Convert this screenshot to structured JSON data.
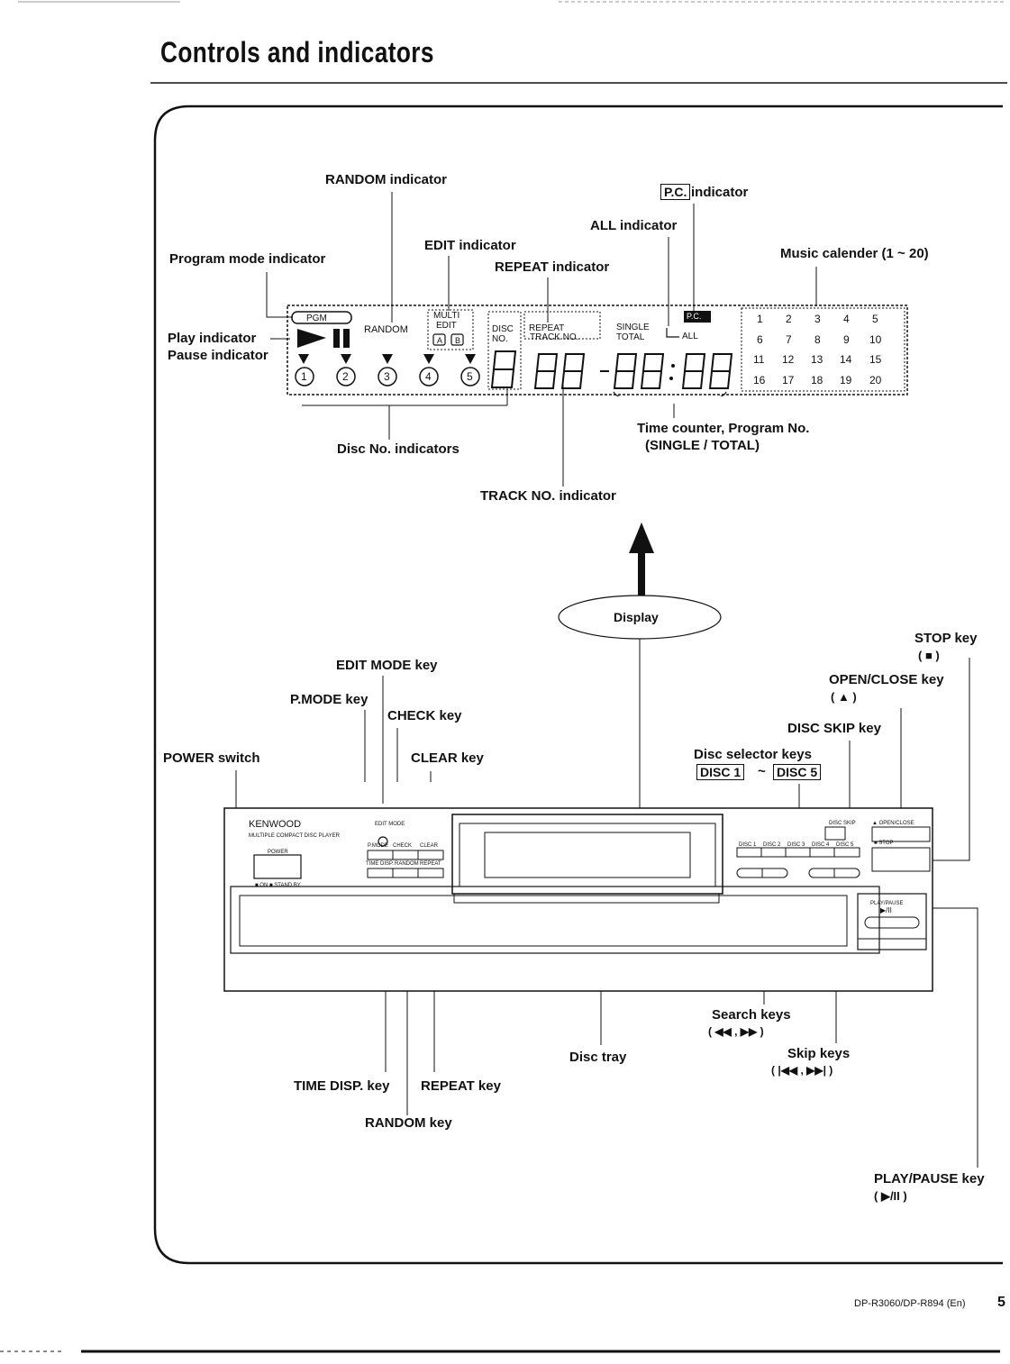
{
  "page": {
    "title": "Controls and indicators",
    "footer": "DP-R3060/DP-R894 (En)",
    "page_number": "5"
  },
  "display_callouts": {
    "random_indicator": "RANDOM indicator",
    "pc_box": "P.C.",
    "pc_indicator": "indicator",
    "all_indicator": "ALL indicator",
    "edit_indicator": "EDIT indicator",
    "program_mode_indicator": "Program mode indicator",
    "repeat_indicator": "REPEAT indicator",
    "music_calender": "Music calender (1 ~ 20)",
    "play_indicator": "Play indicator",
    "pause_indicator": "Pause indicator",
    "disc_no_indicators": "Disc No. indicators",
    "time_counter_line1": "Time counter, Program No.",
    "time_counter_line2": "(SINGLE / TOTAL)",
    "track_no_indicator": "TRACK NO. indicator"
  },
  "lcd": {
    "pgm": "PGM",
    "random": "RANDOM",
    "multi": "MULTI",
    "edit": "EDIT",
    "a": "A",
    "b": "B",
    "disc": "DISC",
    "no": "NO.",
    "repeat": "REPEAT",
    "track_no": "TRACK NO.",
    "single": "SINGLE",
    "total": "TOTAL",
    "pc": "P.C.",
    "all": "ALL",
    "disc_numbers": [
      "1",
      "2",
      "3",
      "4",
      "5"
    ],
    "calendar": [
      "1",
      "2",
      "3",
      "4",
      "5",
      "6",
      "7",
      "8",
      "9",
      "10",
      "11",
      "12",
      "13",
      "14",
      "15",
      "16",
      "17",
      "18",
      "19",
      "20"
    ]
  },
  "display_bubble": "Display",
  "player_callouts": {
    "stop_key": "STOP key",
    "stop_symbol": "( ■ )",
    "edit_mode_key": "EDIT MODE key",
    "open_close_key": "OPEN/CLOSE key",
    "open_close_symbol": "( ▲ )",
    "p_mode_key": "P.MODE key",
    "check_key": "CHECK key",
    "disc_skip_key": "DISC SKIP key",
    "power_switch": "POWER switch",
    "clear_key": "CLEAR key",
    "disc_selector_keys": "Disc selector keys",
    "disc_1": "DISC 1",
    "tilde": "~",
    "disc_5": "DISC 5",
    "search_keys": "Search keys",
    "search_symbols": "( ◀◀ , ▶▶ )",
    "disc_tray": "Disc tray",
    "skip_keys": "Skip keys",
    "skip_symbols": "( |◀◀ , ▶▶| )",
    "time_disp_key": "TIME DISP. key",
    "repeat_key": "REPEAT key",
    "random_key": "RANDOM key",
    "play_pause_key": "PLAY/PAUSE key",
    "play_pause_symbol": "( ▶/II )"
  },
  "player": {
    "brand": "KENWOOD",
    "model_line": "MULTIPLE COMPACT DISC PLAYER",
    "power": "POWER",
    "power_states": "■ ON  ■ STAND BY",
    "edit_mode": "EDIT MODE",
    "p_mode": "P.MODE",
    "check": "CHECK",
    "clear": "CLEAR",
    "time_disp": "TIME DISP.",
    "random": "RANDOM",
    "repeat": "REPEAT",
    "disc_skip": "DISC SKIP",
    "open_close": "▲ OPEN/CLOSE",
    "stop": "■ STOP",
    "disc_keys": [
      "DISC 1",
      "DISC 2",
      "DISC 3",
      "DISC 4",
      "DISC 5"
    ],
    "play_pause": "PLAY/PAUSE",
    "play_pause_sym": "▶/II"
  }
}
